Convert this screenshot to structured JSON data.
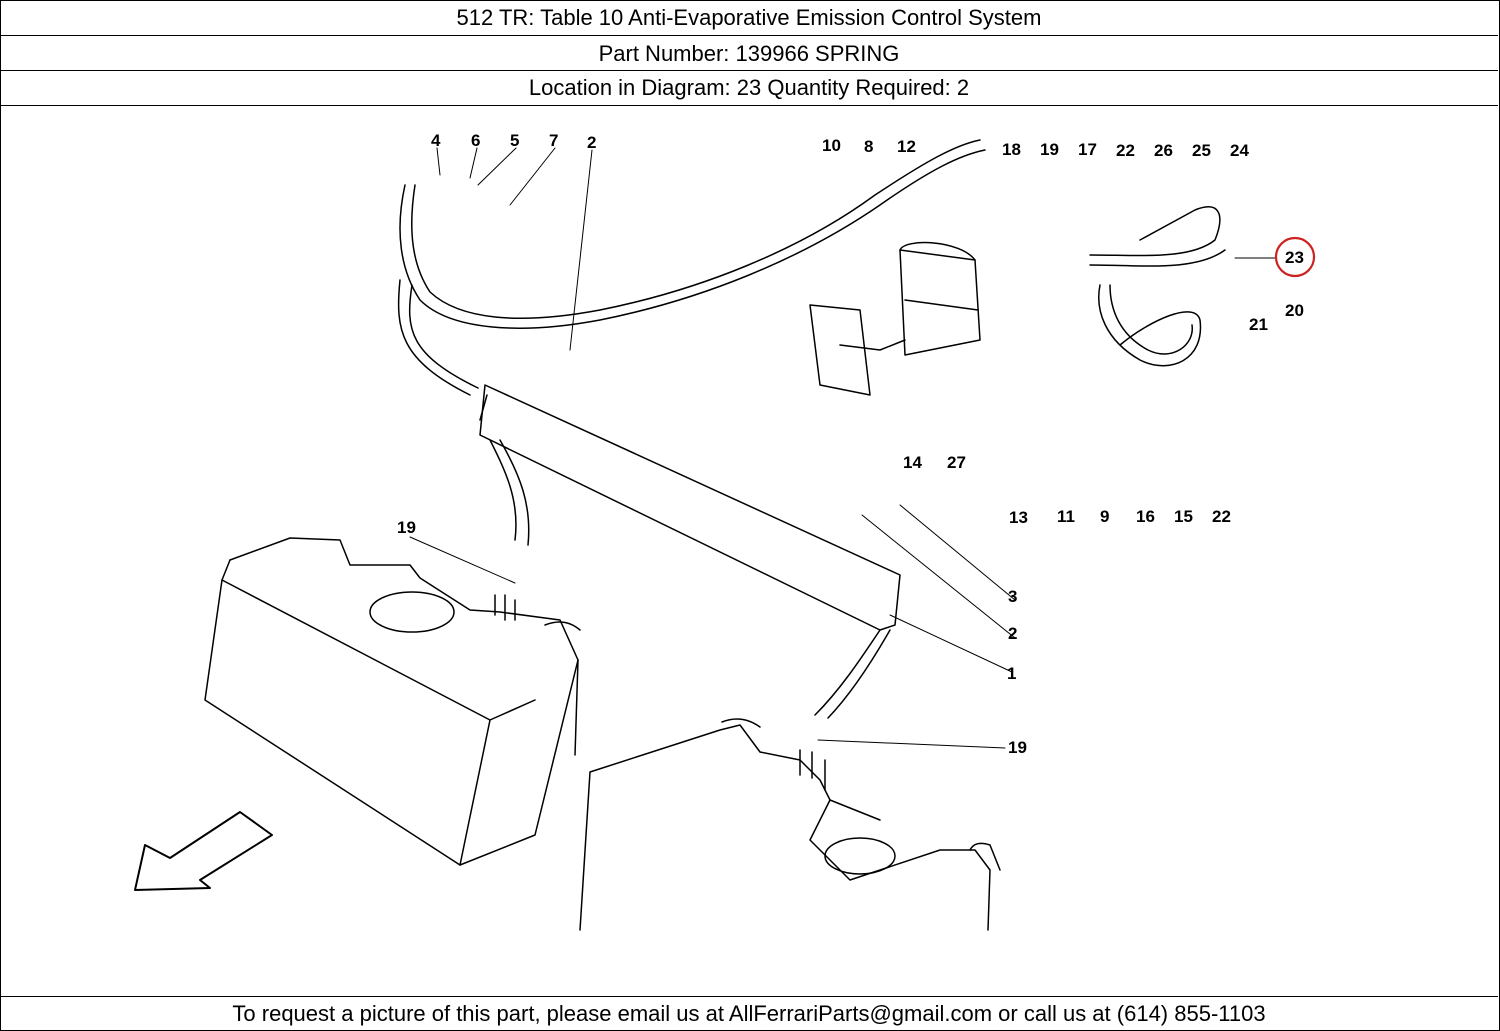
{
  "header": {
    "title": "512 TR:   Table 10 Anti-Evaporative Emission Control System",
    "part_number": "Part Number: 139966   SPRING",
    "location": "Location in Diagram: 23   Quantity Required: 2"
  },
  "diagram": {
    "highlighted_callout": "23",
    "callouts": [
      "4",
      "6",
      "5",
      "7",
      "2",
      "10",
      "8",
      "12",
      "18",
      "19",
      "17",
      "22",
      "26",
      "25",
      "24",
      "23",
      "20",
      "21",
      "14",
      "27",
      "13",
      "11",
      "9",
      "16",
      "15",
      "22",
      "19",
      "3",
      "2",
      "1",
      "19"
    ]
  },
  "footer": {
    "text": "To request a picture of this part, please email us at AllFerrariParts@gmail.com or call us at (614) 855-1103"
  },
  "colors": {
    "highlight": "#cc2222",
    "line": "#000000"
  }
}
